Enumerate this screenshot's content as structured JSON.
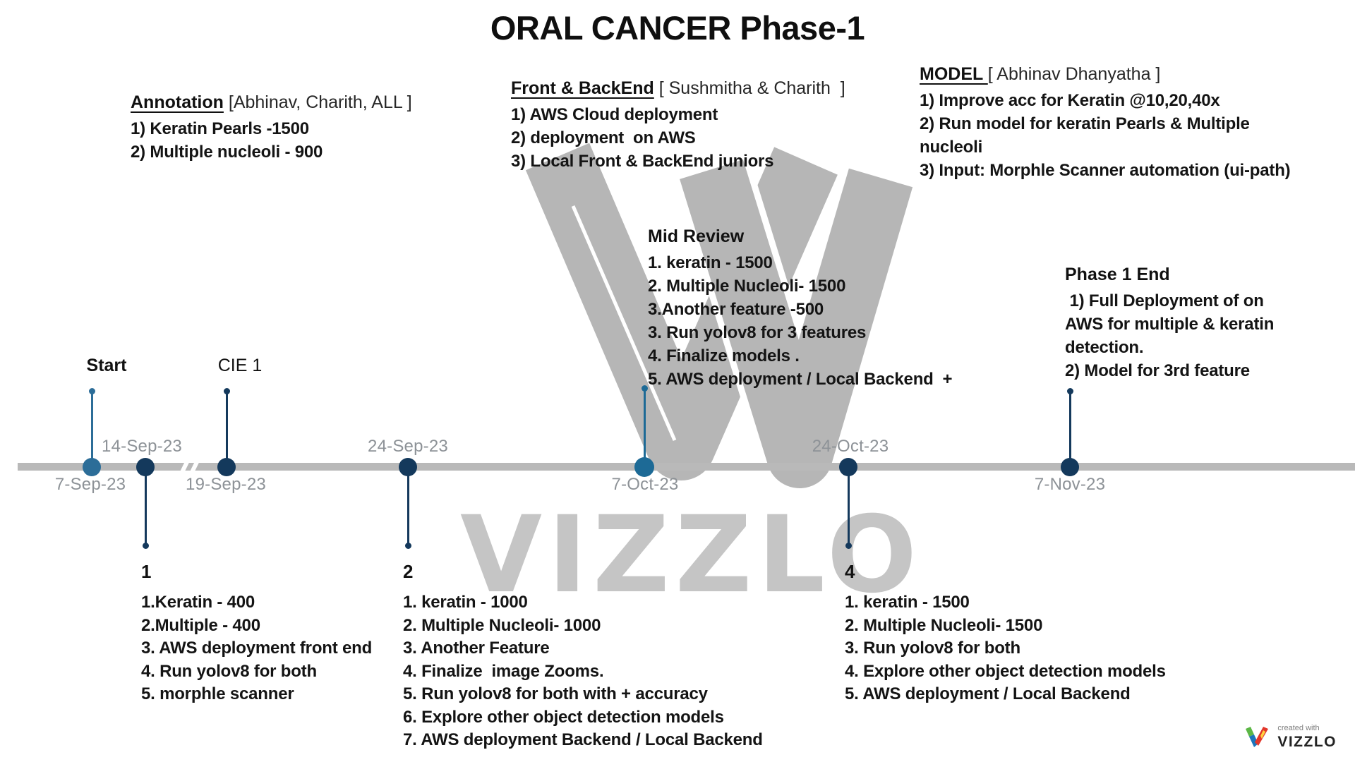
{
  "title": "ORAL CANCER Phase-1",
  "top_blocks": {
    "annotation": {
      "heading": "Annotation",
      "owners": " [Abhinav, Charith, ALL ]",
      "lines": [
        "1) Keratin Pearls -1500",
        "2) Multiple nucleoli - 900"
      ]
    },
    "front_backend": {
      "heading": "Front & BackEnd",
      "owners": " [ Sushmitha & Charith  ]",
      "lines": [
        "1) AWS Cloud deployment",
        "2) deployment  on AWS",
        "3) Local Front & BackEnd juniors"
      ]
    },
    "model": {
      "heading": "MODEL ",
      "owners": "[ Abhinav Dhanyatha ]",
      "lines": [
        "1) Improve acc for Keratin @10,20,40x",
        "2) Run model for keratin Pearls & Multiple",
        "nucleoli",
        "3) Input: Morphle Scanner automation (ui-path)"
      ]
    }
  },
  "mid_review": {
    "heading": "Mid Review",
    "lines": [
      "1. keratin - 1500",
      "2. Multiple Nucleoli- 1500",
      "3.Another feature -500",
      "3. Run yolov8 for 3 features",
      "4. Finalize models .",
      "5. AWS deployment / Local Backend  +"
    ]
  },
  "phase_end": {
    "heading": "Phase 1 End",
    "lines": [
      " 1) Full Deployment of on",
      "AWS for multiple & keratin",
      "detection.",
      "2) Model for 3rd feature"
    ]
  },
  "timeline": {
    "milestones": [
      {
        "id": "start",
        "top_label": "Start",
        "date_label": "7-Sep-23",
        "marker_color": "#2C6D98"
      },
      {
        "id": "sep14",
        "date_label": "14-Sep-23",
        "marker_color": "#14395C"
      },
      {
        "id": "cie1",
        "top_label": "CIE 1",
        "date_label": "19-Sep-23",
        "marker_color": "#14395C"
      },
      {
        "id": "sep24",
        "date_label": "24-Sep-23",
        "marker_color": "#14395C"
      },
      {
        "id": "oct7",
        "date_label": "7-Oct-23",
        "marker_color": "#1D6A96"
      },
      {
        "id": "oct24",
        "date_label": "24-Oct-23",
        "marker_color": "#14395C"
      },
      {
        "id": "nov7",
        "date_label": "7-Nov-23",
        "marker_color": "#14395C"
      }
    ],
    "axis_break_between": [
      "14-Sep-23",
      "19-Sep-23"
    ]
  },
  "bottom_blocks": [
    {
      "num": "1",
      "lines": [
        "1.Keratin - 400",
        "2.Multiple - 400",
        "3. AWS deployment front end",
        "4. Run yolov8 for both",
        "5. morphle scanner"
      ]
    },
    {
      "num": "2",
      "lines": [
        "1. keratin - 1000",
        "2. Multiple Nucleoli- 1000",
        "3. Another Feature",
        "4. Finalize  image Zooms.",
        "5. Run yolov8 for both with + accuracy",
        "6. Explore other object detection models",
        "7. AWS deployment Backend / Local Backend"
      ]
    },
    {
      "num": "4",
      "lines": [
        "1. keratin - 1500",
        "2. Multiple Nucleoli- 1500",
        "3. Run yolov8 for both",
        "4. Explore other object detection models",
        "5. AWS deployment / Local Backend"
      ]
    }
  ],
  "watermark": {
    "letters": "VIZZLO"
  },
  "credit": {
    "small_text": "created with",
    "brand": "VIZZLO"
  },
  "colors": {
    "bar": "#B9B9B9",
    "date_label": "#8D9297",
    "text": "#141414",
    "watermark_letters": "#C5C5C5",
    "watermark_logo": "#B6B6B6",
    "node_navy": "#14395C",
    "node_steel": "#2C6D98",
    "node_teal": "#1D6A96"
  }
}
